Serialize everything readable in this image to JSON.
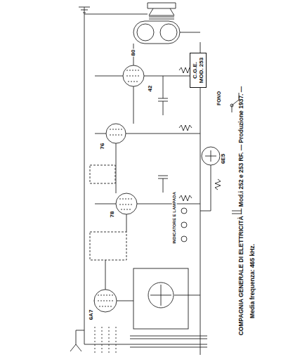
{
  "diagram": {
    "title": "COMPAGNIA GENERALE DI ELETTRICITÀ — Mod.i 252 e 253 RF. — Produzione 1937. —",
    "caption": "Media frequenza: 465 kHz.",
    "nodes": [
      {
        "text": [
          "C.G.E. MOD. 253"
        ]
      }
    ],
    "labels": [
      "80",
      "42",
      "76",
      "6E5",
      "78",
      "6A7",
      "FONO",
      "INDICATORE E LAMPADA"
    ]
  }
}
